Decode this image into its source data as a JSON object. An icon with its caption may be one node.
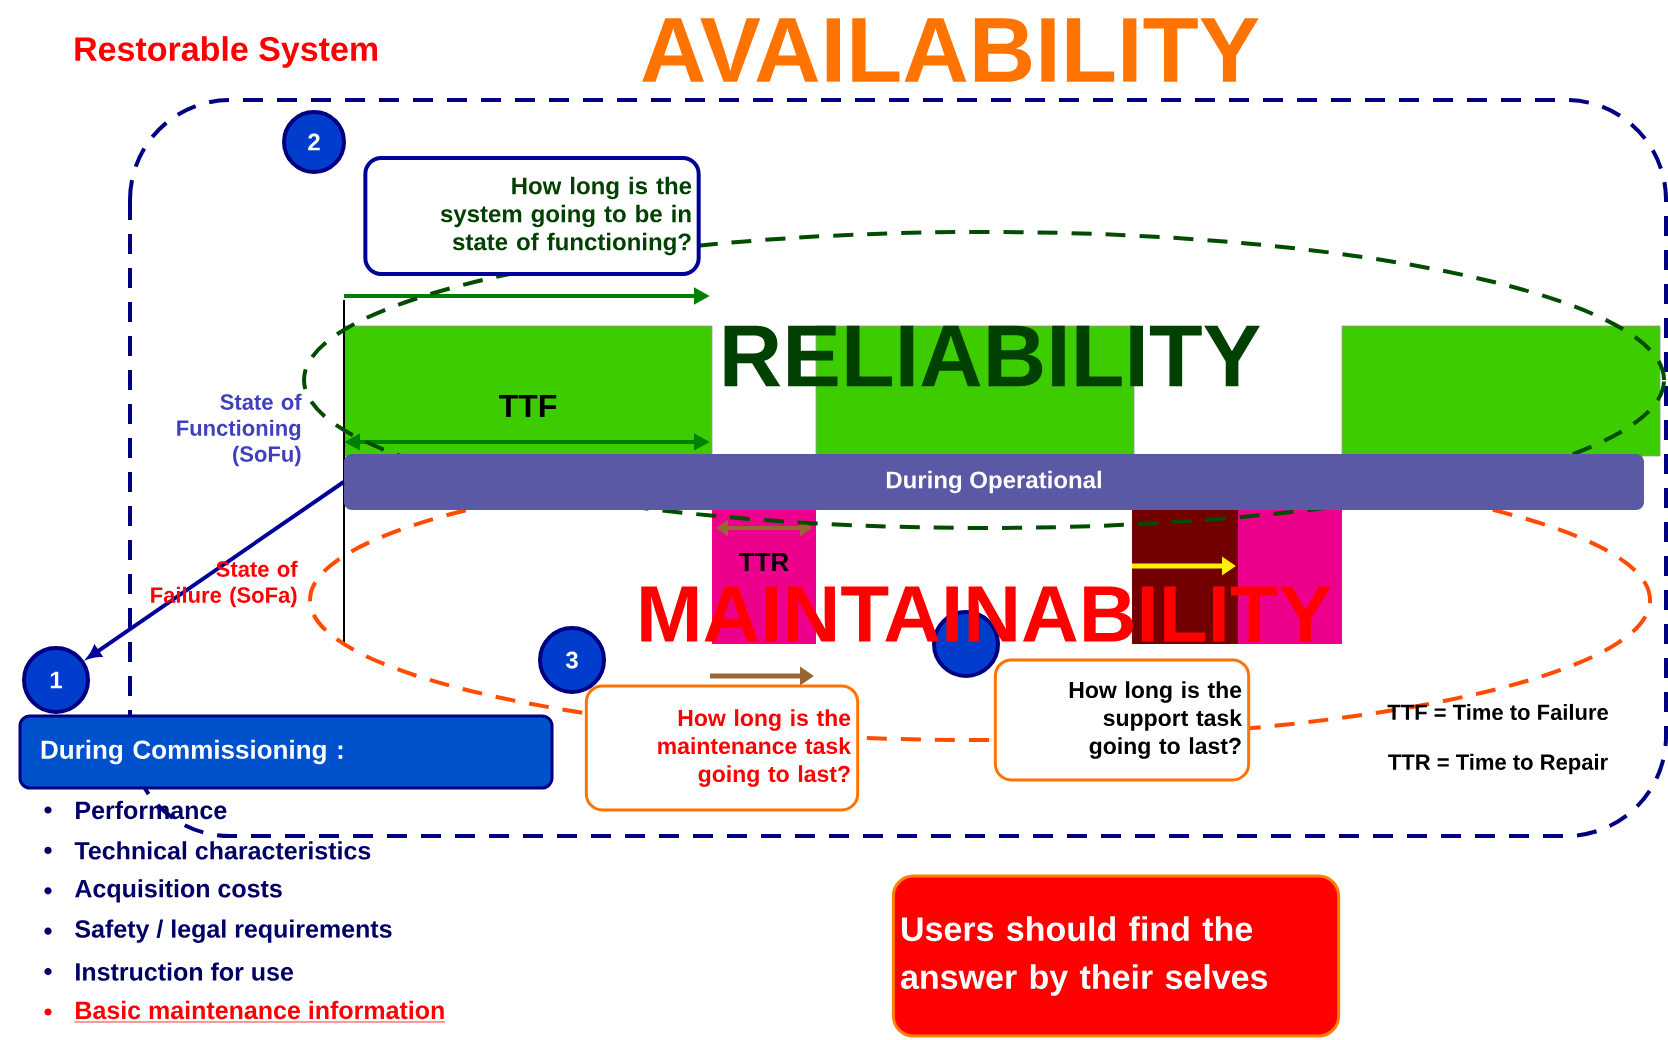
{
  "diagram": {
    "title": "Restorable System",
    "nodes": [
      {
        "text": [
          "2"
        ]
      },
      {
        "text": [
          "How long is the system going to be in state of functioning?"
        ]
      },
      {
        "text": [
          "During Operational"
        ]
      },
      {
        "text": [
          "1"
        ]
      },
      {
        "text": [
          "During Commissioning :"
        ],
        "beside": [
          "Performance",
          "Technical characteristics",
          "Acquisition costs",
          "Safety / legal requirements",
          "Instruction for use",
          "Basic maintenance information"
        ]
      },
      {
        "text": [
          "3"
        ]
      },
      {
        "text": [
          "How long is the maintenance task going to last?"
        ]
      },
      {
        "text": [],
        "shape": "circle"
      },
      {
        "text": [
          "How long is the support task going to last?"
        ]
      },
      {
        "text": [
          "Users should find the answer by their selves"
        ]
      }
    ],
    "edges": [
      {
        "from": 2,
        "to": 3,
        "arrow": "to"
      }
    ],
    "labels": [
      "AVAILABILITY",
      "RELIABILITY",
      "State of Functioning (SoFu)",
      "TTF",
      "TTR",
      "State of Failure (SoFa)",
      "MAINTAINABILITY",
      "TTF = Time to Failure",
      "TTR = Time to Repair"
    ]
  }
}
